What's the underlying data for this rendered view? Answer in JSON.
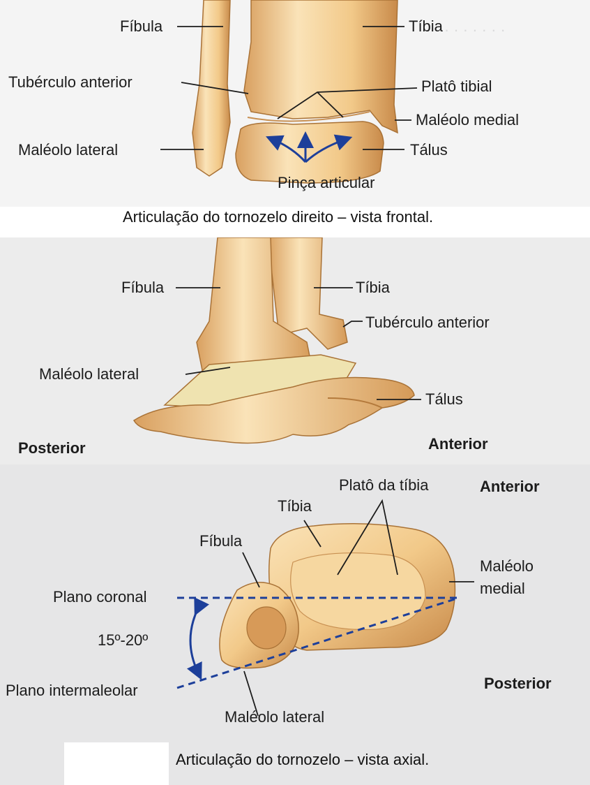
{
  "colors": {
    "bone_fill": "#f2c989",
    "bone_light": "#fae3b8",
    "bone_dark": "#c89052",
    "arrow_blue": "#1d3f9a",
    "dashed_blue": "#1d3f9a",
    "talus_section": "#efe3b0"
  },
  "frontal_view": {
    "labels": {
      "fibula": "Fíbula",
      "tibia": "Tíbia",
      "tuberculo_anterior": "Tubérculo anterior",
      "plato_tibial": "Platô tibial",
      "maleolo_medial": "Maléolo medial",
      "maleolo_lateral": "Maléolo lateral",
      "talus": "Tálus",
      "pinca_articular": "Pinça articular"
    },
    "caption": "Articulação do tornozelo direito – vista frontal."
  },
  "lateral_view": {
    "labels": {
      "fibula": "Fíbula",
      "tibia": "Tíbia",
      "tuberculo_anterior": "Tubérculo anterior",
      "maleolo_lateral": "Maléolo lateral",
      "talus": "Tálus",
      "posterior": "Posterior",
      "anterior": "Anterior"
    }
  },
  "axial_view": {
    "labels": {
      "plato_da_tibia": "Platô da tíbia",
      "anterior": "Anterior",
      "tibia": "Tíbia",
      "fibula": "Fíbula",
      "maleolo_medial_1": "Maléolo",
      "maleolo_medial_2": "medial",
      "plano_coronal": "Plano coronal",
      "angle": "15º-20º",
      "plano_intermaleolar": "Plano intermaleolar",
      "posterior": "Posterior",
      "maleolo_lateral": "Maléolo lateral"
    },
    "caption": "Articulação do tornozelo – vista axial."
  }
}
